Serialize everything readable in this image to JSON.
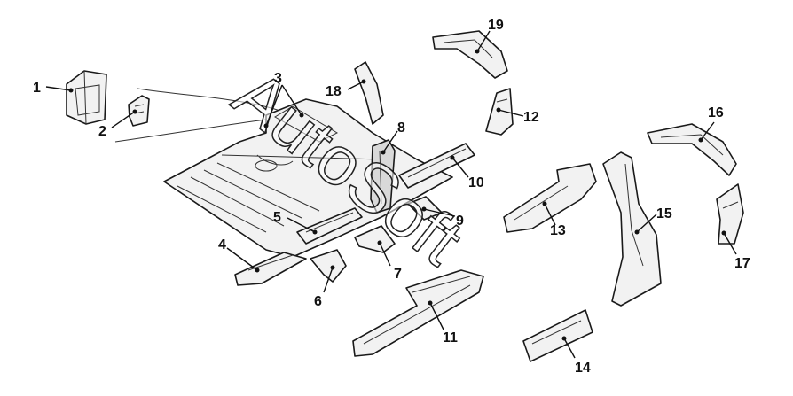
{
  "diagram": {
    "watermark": "AutoSoft",
    "callouts": [
      "1",
      "2",
      "3",
      "4",
      "5",
      "6",
      "7",
      "8",
      "9",
      "10",
      "11",
      "12",
      "13",
      "14",
      "15",
      "16",
      "17",
      "18",
      "19"
    ]
  }
}
